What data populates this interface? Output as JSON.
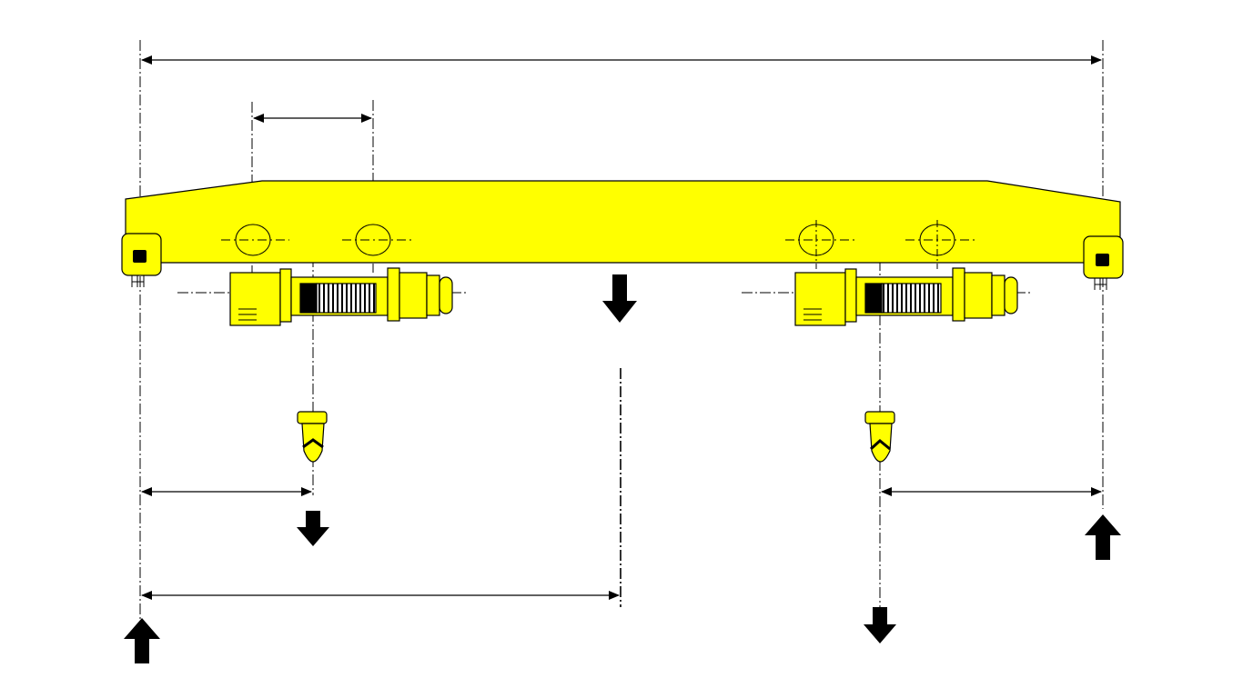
{
  "diagram": {
    "kind": "overhead crane girder load diagram",
    "colors": {
      "beam": "#FFFF00",
      "outline": "#000000",
      "arrow": "#000000",
      "background": "#FFFFFF"
    },
    "components": [
      {
        "name": "girder-beam",
        "count": 1
      },
      {
        "name": "end-truck",
        "count": 2
      },
      {
        "name": "hoist-trolley",
        "count": 2
      },
      {
        "name": "hook-block",
        "count": 2
      },
      {
        "name": "wheel-circle",
        "count": 4
      },
      {
        "name": "dimension-line",
        "count": 5
      },
      {
        "name": "load-arrow-down",
        "count": 3
      },
      {
        "name": "reaction-arrow-up",
        "count": 2
      }
    ],
    "labels": []
  }
}
